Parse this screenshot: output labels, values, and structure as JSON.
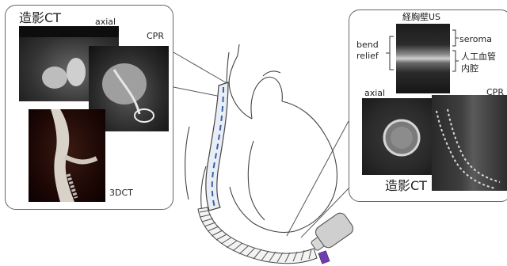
{
  "left_callout": {
    "title": "造影CT",
    "axial_label": "axial",
    "cpr_label": "CPR",
    "ct3d_label": "3DCT"
  },
  "right_callout": {
    "us_title": "経胸壁US",
    "bend_relief_label": "bend\nrelief",
    "seroma_label": "seroma",
    "graft_lumen_label": "人工血管\n内腔",
    "axial_label": "axial",
    "cpr_label": "CPR",
    "ct_title": "造影CT"
  },
  "colors": {
    "line": "#555555",
    "graft_stripe": "#3b5fae",
    "device_accent": "#6f3fb0"
  }
}
